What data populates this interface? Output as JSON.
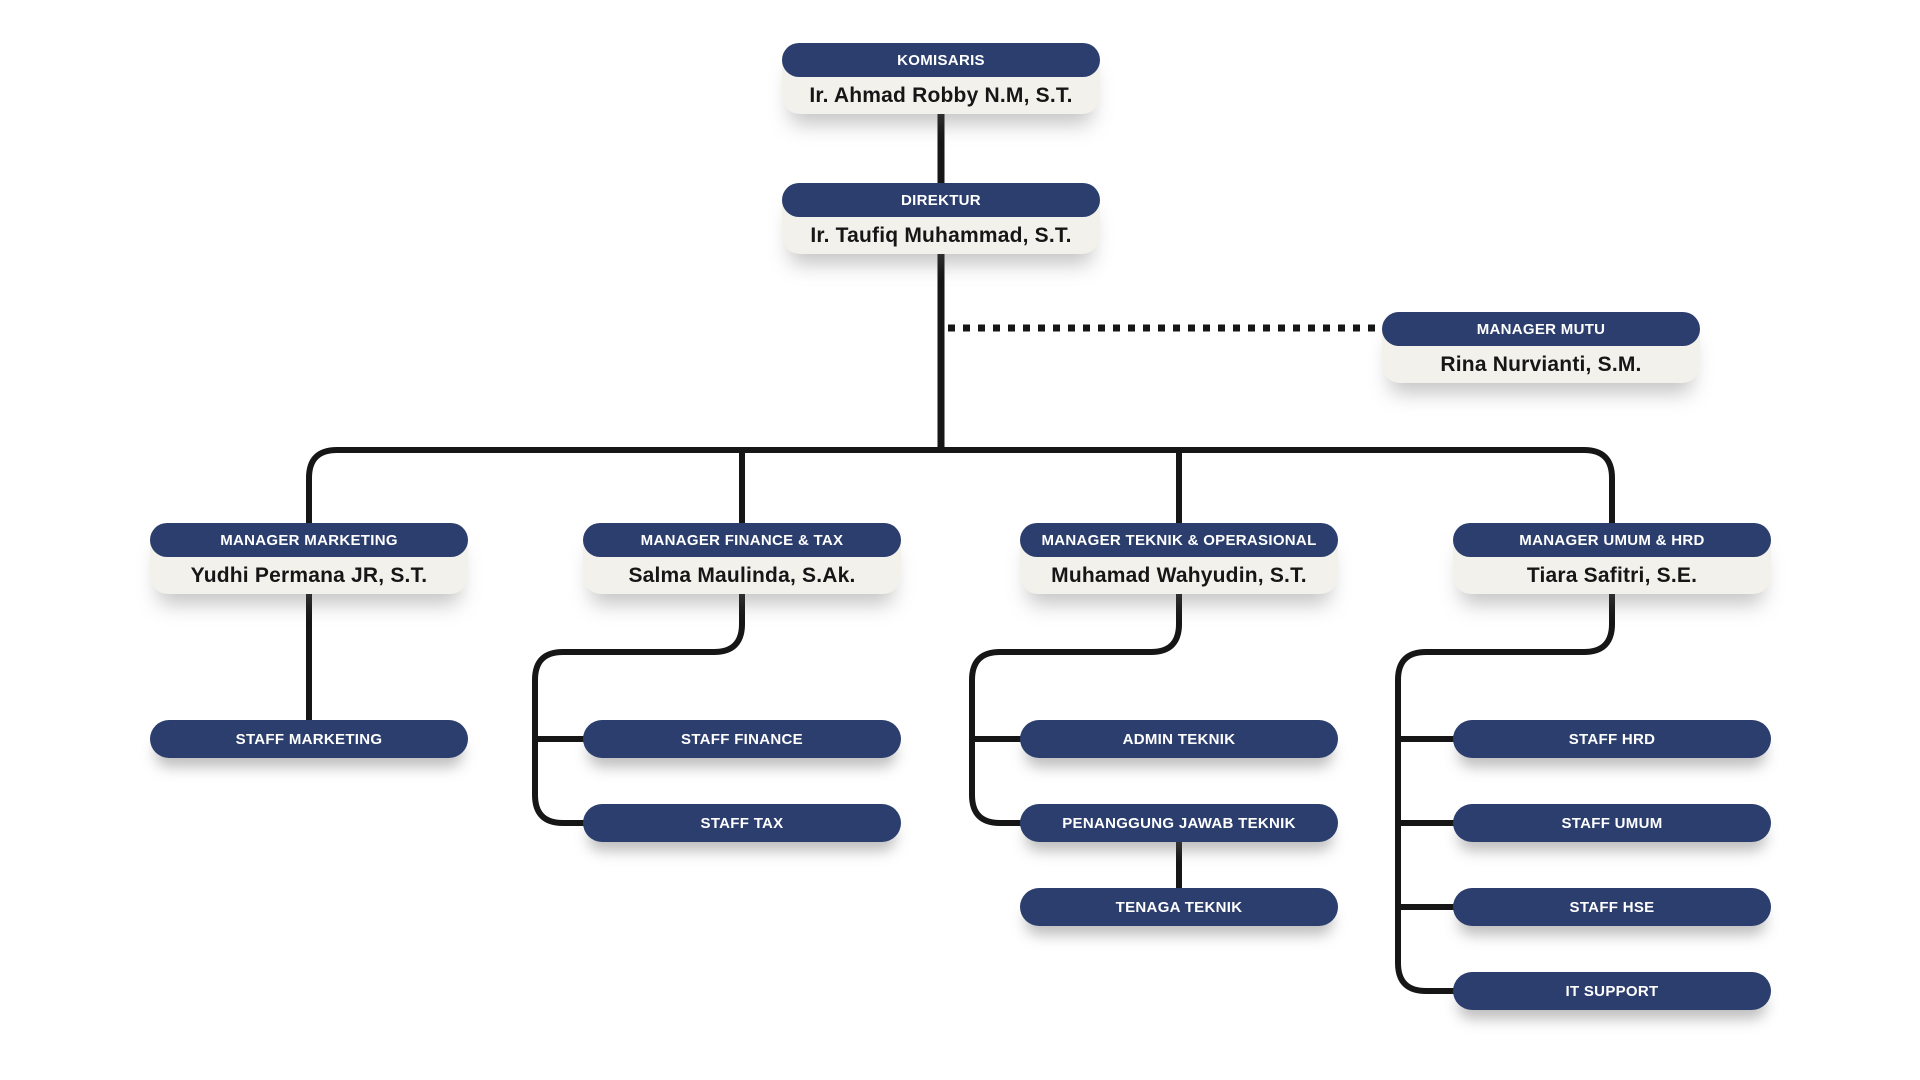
{
  "org": {
    "komisaris": {
      "role": "KOMISARIS",
      "name": "Ir. Ahmad Robby N.M, S.T."
    },
    "direktur": {
      "role": "DIREKTUR",
      "name": "Ir. Taufiq Muhammad, S.T."
    },
    "manager_mutu": {
      "role": "MANAGER MUTU",
      "name": "Rina Nurvianti, S.M."
    },
    "managers": [
      {
        "role": "MANAGER MARKETING",
        "name": "Yudhi Permana JR, S.T."
      },
      {
        "role": "MANAGER FINANCE & TAX",
        "name": "Salma Maulinda, S.Ak."
      },
      {
        "role": "MANAGER TEKNIK & OPERASIONAL",
        "name": "Muhamad Wahyudin, S.T."
      },
      {
        "role": "MANAGER UMUM & HRD",
        "name": "Tiara Safitri, S.E."
      }
    ],
    "staff": {
      "marketing": [
        "STAFF MARKETING"
      ],
      "finance": [
        "STAFF FINANCE",
        "STAFF TAX"
      ],
      "teknik": [
        "ADMIN TEKNIK",
        "PENANGGUNG JAWAB TEKNIK",
        "TENAGA TEKNIK"
      ],
      "umum": [
        "STAFF HRD",
        "STAFF UMUM",
        "STAFF HSE",
        "IT SUPPORT"
      ]
    },
    "colors": {
      "header_navy": "#2b3e6d",
      "card_body": "#f2f1eb",
      "connector": "#161616",
      "background": "#ffffff"
    }
  }
}
